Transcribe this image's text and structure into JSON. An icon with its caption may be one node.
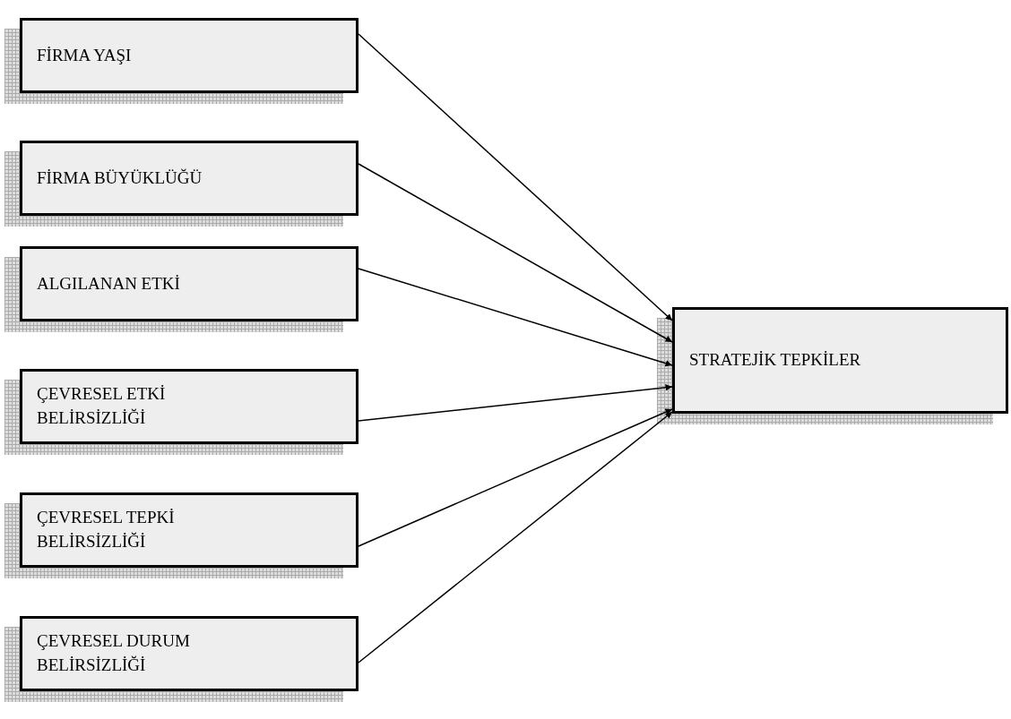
{
  "diagram": {
    "nodes": [
      {
        "text": [
          "FİRMA YAŞI"
        ]
      },
      {
        "text": [
          "FİRMA BÜYÜKLÜĞÜ"
        ]
      },
      {
        "text": [
          "ALGILANAN ETKİ"
        ]
      },
      {
        "text": [
          "ÇEVRESEL ETKİ BELİRSİZLİĞİ"
        ]
      },
      {
        "text": [
          "ÇEVRESEL TEPKİ BELİRSİZLİĞİ"
        ]
      },
      {
        "text": [
          "ÇEVRESEL DURUM BELİRSİZLİĞİ"
        ]
      },
      {
        "text": [
          "STRATEJİK TEPKİLER"
        ]
      }
    ],
    "edges": [
      {
        "from": 0,
        "to": 6,
        "arrow": "to"
      },
      {
        "from": 1,
        "to": 6,
        "arrow": "to"
      },
      {
        "from": 2,
        "to": 6,
        "arrow": "to"
      },
      {
        "from": 3,
        "to": 6,
        "arrow": "to"
      },
      {
        "from": 4,
        "to": 6,
        "arrow": "to"
      },
      {
        "from": 5,
        "to": 6,
        "arrow": "to"
      }
    ]
  }
}
